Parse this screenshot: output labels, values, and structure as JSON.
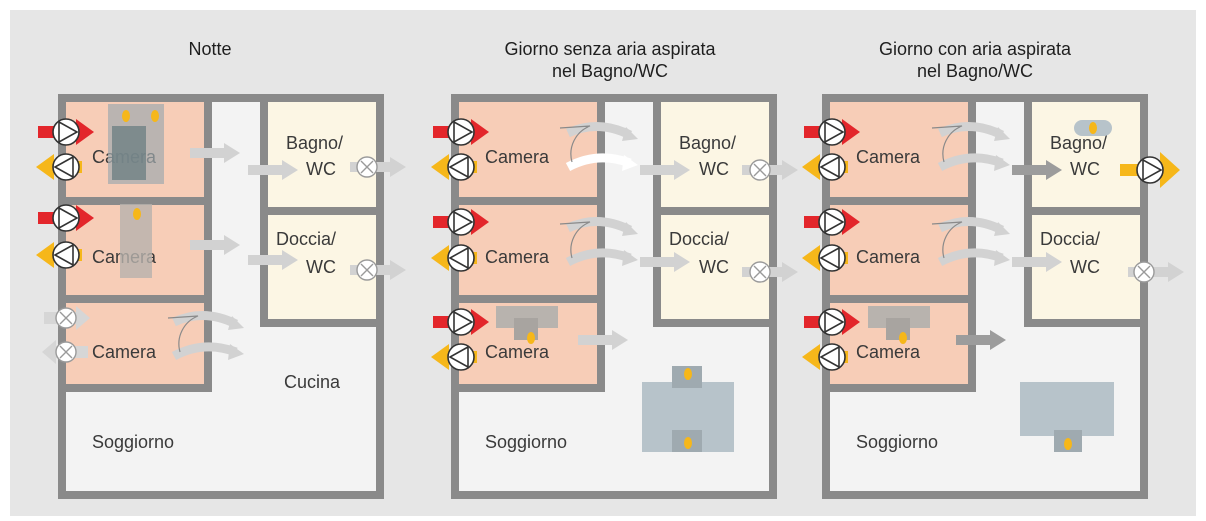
{
  "panels": [
    {
      "title_line1": "Notte",
      "title_line2": "",
      "rooms": {
        "camera1": "Camera",
        "camera2": "Camera",
        "camera3": "Camera",
        "bagno_line1": "Bagno/",
        "bagno_line2": "WC",
        "doccia_line1": "Doccia/",
        "doccia_line2": "WC",
        "cucina": "Cucina",
        "soggiorno": "Soggiorno"
      }
    },
    {
      "title_line1": "Giorno senza aria aspirata",
      "title_line2": "nel Bagno/WC",
      "rooms": {
        "camera1": "Camera",
        "camera2": "Camera",
        "camera3": "Camera",
        "bagno_line1": "Bagno/",
        "bagno_line2": "WC",
        "doccia_line1": "Doccia/",
        "doccia_line2": "WC",
        "soggiorno": "Soggiorno"
      }
    },
    {
      "title_line1": "Giorno con aria aspirata",
      "title_line2": "nel Bagno/WC",
      "rooms": {
        "camera1": "Camera",
        "camera2": "Camera",
        "camera3": "Camera",
        "bagno_line1": "Bagno/",
        "bagno_line2": "WC",
        "doccia_line1": "Doccia/",
        "doccia_line2": "WC",
        "soggiorno": "Soggiorno"
      }
    }
  ],
  "colors": {
    "background": "#e6e6e6",
    "wall": "#8a8a8a",
    "bedroom": "#f7cdb7",
    "wetroom": "#fcf6e4",
    "living": "#f3f3f3",
    "supply_red": "#e3262b",
    "exhaust_yellow": "#f6b71a",
    "arrow_gray": "#d2d2d2",
    "arrow_dark": "#9c9c9c",
    "person": "#f6b71a",
    "furniture": "#b7c3ca"
  }
}
